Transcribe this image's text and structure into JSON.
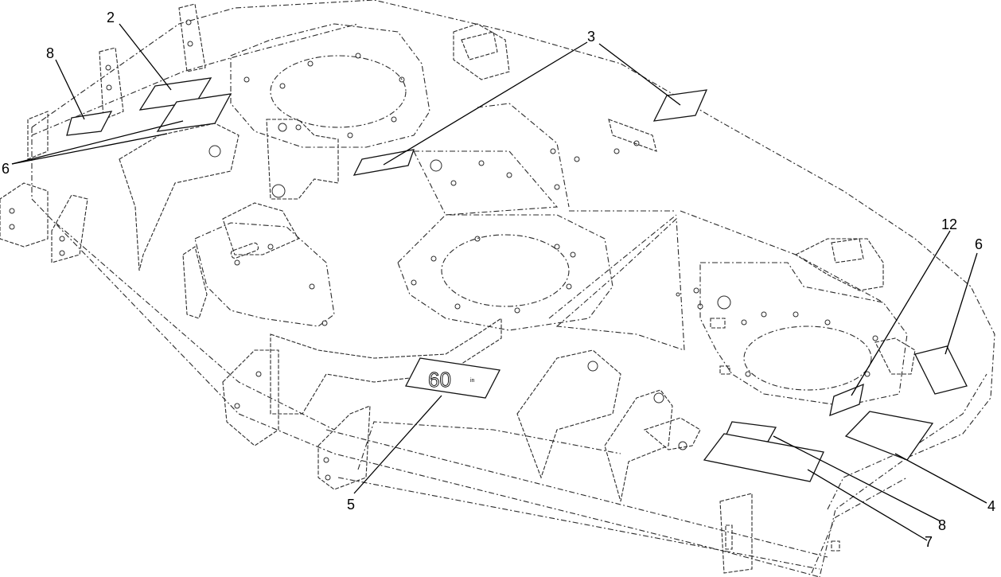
{
  "diagram": {
    "callouts": [
      {
        "id": "c2",
        "label": "2"
      },
      {
        "id": "c3",
        "label": "3"
      },
      {
        "id": "c8a",
        "label": "8"
      },
      {
        "id": "c6a",
        "label": "6"
      },
      {
        "id": "c12",
        "label": "12"
      },
      {
        "id": "c6b",
        "label": "6"
      },
      {
        "id": "c5",
        "label": "5"
      },
      {
        "id": "c4",
        "label": "4"
      },
      {
        "id": "c8b",
        "label": "8"
      },
      {
        "id": "c7",
        "label": "7"
      }
    ],
    "decal_60": {
      "text": "60",
      "suffix": "in"
    }
  }
}
